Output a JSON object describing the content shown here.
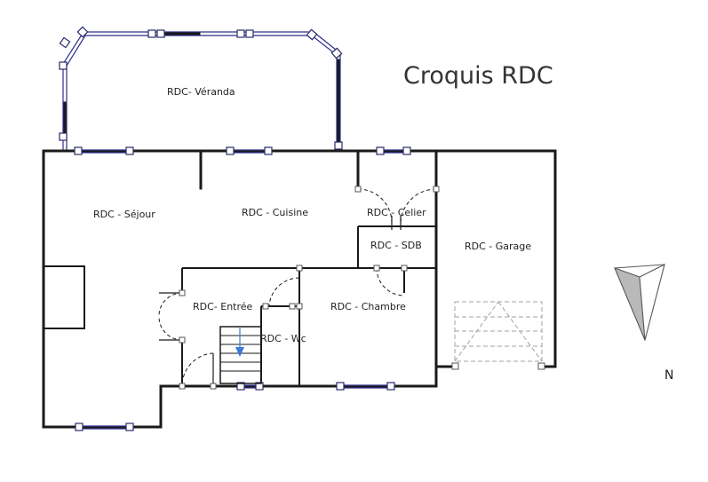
{
  "title": "Croquis RDC",
  "compass": {
    "north_label": "N"
  },
  "rooms": {
    "veranda": "RDC- Véranda",
    "sejour": "RDC - Séjour",
    "cuisine": "RDC - Cuisine",
    "celier": "RDC - Celier",
    "sdb": "RDC - SDB",
    "garage": "RDC - Garage",
    "entree": "RDC- Entrée",
    "wc": "RDC - Wc",
    "chambre": "RDC - Chambre"
  },
  "colors": {
    "wall": "#1a1a1a",
    "window": "#2f2f8a",
    "stair_arrow": "#3a78d8",
    "parking": "#a0a0a0"
  }
}
